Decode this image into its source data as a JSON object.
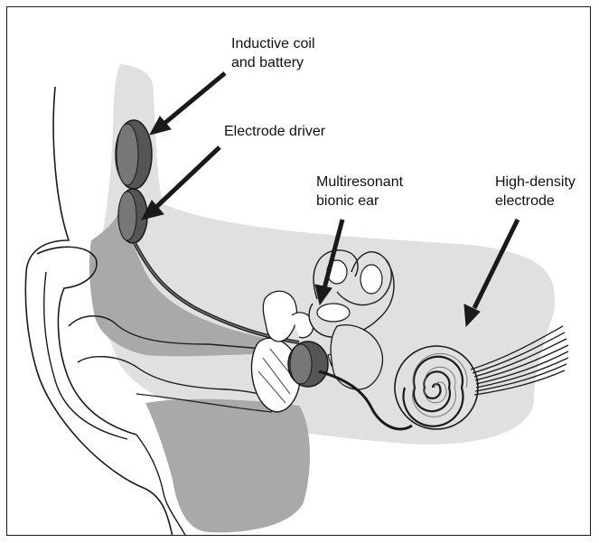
{
  "labels": {
    "inductive_coil": {
      "line1": "Inductive coil",
      "line2": "and battery"
    },
    "electrode_driver": {
      "line1": "Electrode driver"
    },
    "bionic_ear": {
      "line1": "Multiresonant",
      "line2": "bionic ear"
    },
    "high_density_electrode": {
      "line1": "High-density",
      "line2": "electrode"
    }
  },
  "colors": {
    "light_gray": "#e0e0e0",
    "mid_gray": "#a9a9a9",
    "dark_gray": "#555555",
    "outline": "#1a1a1a"
  }
}
